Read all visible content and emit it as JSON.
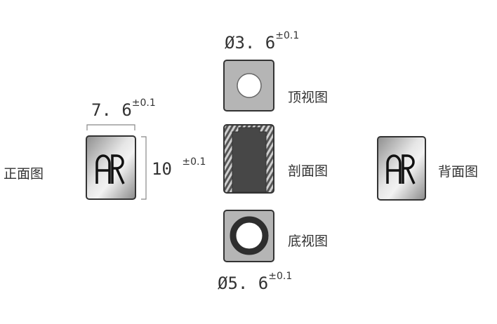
{
  "views": {
    "front": {
      "label": "正面图",
      "logo": "AR"
    },
    "top": {
      "label": "顶视图"
    },
    "section": {
      "label": "剖面图"
    },
    "bottom": {
      "label": "底视图"
    },
    "back": {
      "label": "背面图",
      "logo": "AR"
    }
  },
  "dimensions": {
    "top_diameter": {
      "value": "Ø3. 6",
      "tolerance": "±0.1"
    },
    "width": {
      "value": "7. 6",
      "tolerance": "±0.1"
    },
    "height": {
      "value": "10 ",
      "tolerance": "±0.1"
    },
    "bottom_diameter": {
      "value": "Ø5. 6",
      "tolerance": "±0.1"
    }
  },
  "colors": {
    "face_gray": "#b4b4b4",
    "dark": "#3a3a3a",
    "outline": "#333333"
  }
}
